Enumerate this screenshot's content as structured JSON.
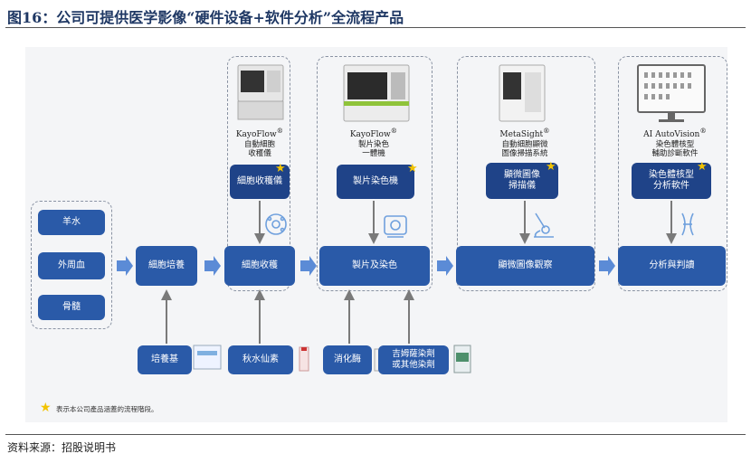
{
  "title": "图16：公司可提供医学影像“硬件设备+软件分析”全流程产品",
  "source": "资料来源：招股说明书",
  "note": "表示本公司產品涵蓋的流程階段。",
  "samples": [
    "羊水",
    "外周血",
    "骨髓"
  ],
  "flow": [
    "細胞培養",
    "細胞收穫",
    "製片及染色",
    "顯微圖像觀察",
    "分析與判讀"
  ],
  "products": [
    {
      "en": "KayoFlow",
      "reg": "®",
      "zh1": "自動細胞",
      "zh2": "收穫儀",
      "box": "細胞收穫儀"
    },
    {
      "en": "KayoFlow",
      "reg": "®",
      "zh1": "製片染色",
      "zh2": "一體機",
      "box": "製片染色機"
    },
    {
      "en": "MetaSight",
      "reg": "®",
      "zh1": "自動細胞顯微",
      "zh2": "圖像掃描系統",
      "box1": "顯微圖像",
      "box2": "掃描儀"
    },
    {
      "en": "AI AutoVision",
      "reg": "®",
      "zh1": "染色體核型",
      "zh2": "輔助診斷軟件",
      "box1": "染色體核型",
      "box2": "分析軟件"
    }
  ],
  "inputs": [
    "培養基",
    "秋水仙素",
    "消化酶",
    "吉姆薩染劑",
    "或其他染劑"
  ],
  "colors": {
    "box": "#2a5aa8",
    "star": "#f2c300",
    "title": "#1f3864",
    "arrow": "#4a7fd0"
  }
}
